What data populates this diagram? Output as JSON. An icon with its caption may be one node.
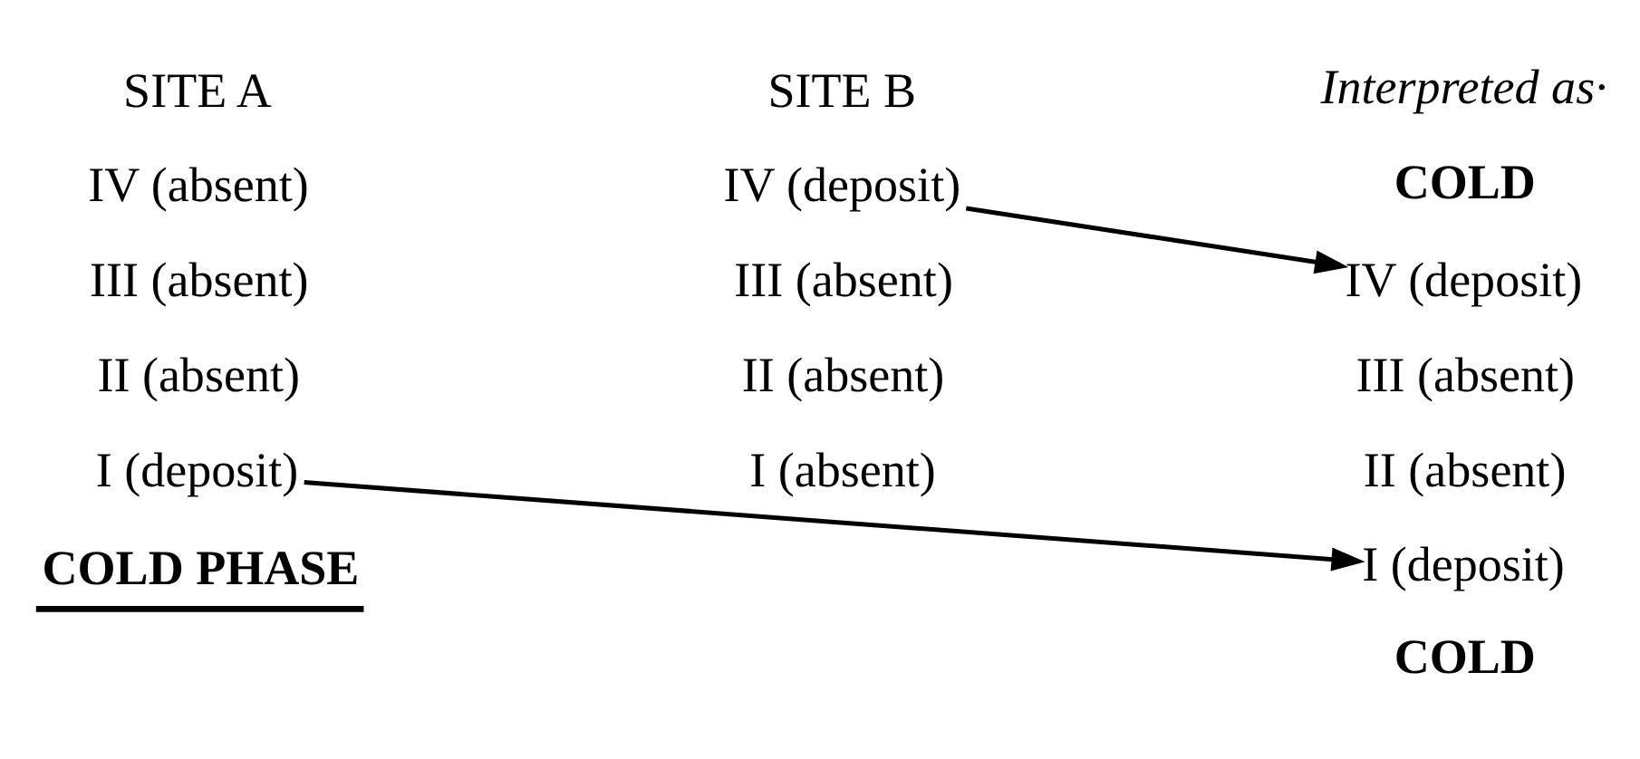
{
  "diagram": {
    "nodes": [
      {
        "text": [
          "I (deposit)"
        ]
      },
      {
        "text": [
          "IV (deposit)"
        ]
      },
      {
        "text": [
          "IV (deposit)"
        ]
      },
      {
        "text": [
          "I (deposit)"
        ]
      }
    ],
    "edges": [
      {
        "from": 0,
        "to": 3,
        "arrow": "to"
      },
      {
        "from": 1,
        "to": 2,
        "arrow": "to"
      }
    ],
    "labels": [
      "SITE A",
      "SITE B",
      "IV (absent)",
      "Interpreted as·",
      "III (absent)",
      "II (absent)",
      "COLD",
      "COLD PHASE",
      "III (absent)",
      "II (absent)",
      "III (absent)",
      "II (absent)",
      "I (absent)",
      "COLD"
    ]
  }
}
